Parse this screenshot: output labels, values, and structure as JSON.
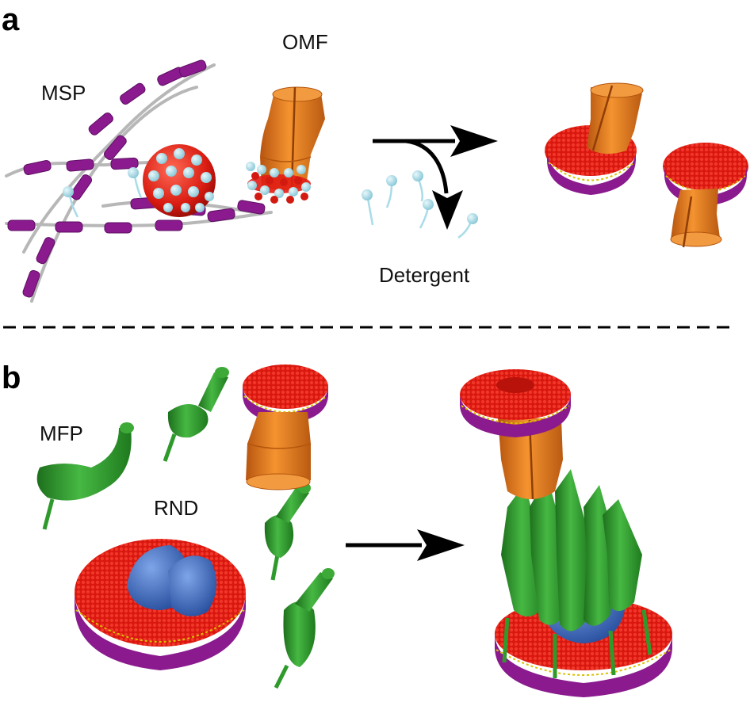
{
  "panels": {
    "a": {
      "letter": "a",
      "labels": {
        "msp": "MSP",
        "omf": "OMF",
        "detergent": "Detergent"
      }
    },
    "b": {
      "letter": "b",
      "labels": {
        "mfp": "MFP",
        "rnd": "RND"
      }
    }
  },
  "colors": {
    "msp_purple": "#8a1a8e",
    "lipid_red": "#e21d14",
    "lipid_head": "#a9dce8",
    "omf_orange": "#e9781c",
    "mfp_green": "#2f9a2c",
    "rnd_blue": "#3f6fc4",
    "gold_lipid": "#d8c000"
  }
}
